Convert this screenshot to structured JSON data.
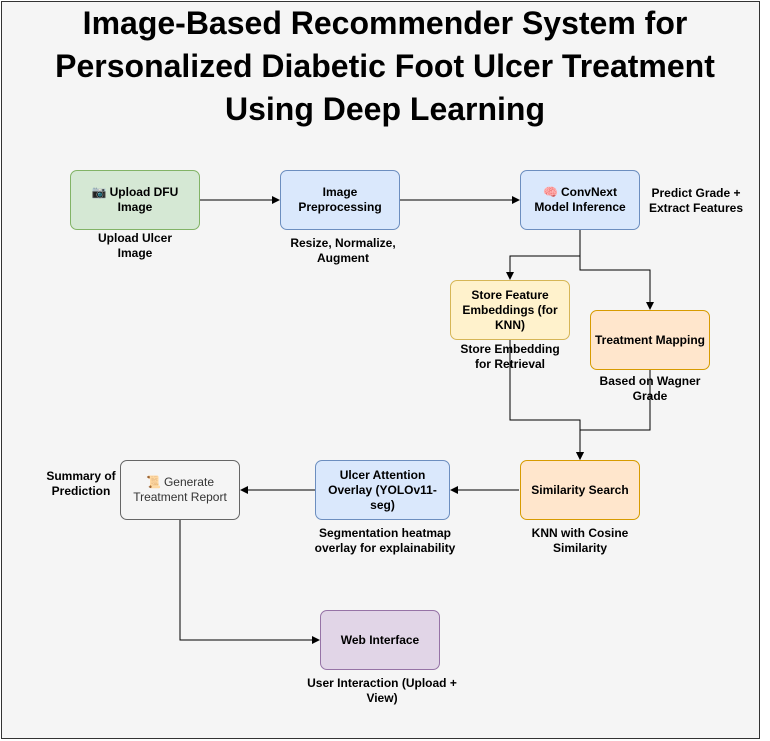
{
  "title": {
    "line1": "Image-Based Recommender System for",
    "line2": "Personalized Diabetic Foot Ulcer Treatment",
    "line3": "Using Deep Learning"
  },
  "nodes": {
    "upload": {
      "icon": "camera-icon",
      "glyph": "📷",
      "label": "Upload DFU Image"
    },
    "preprocess": {
      "label": "Image Preprocessing"
    },
    "convnext": {
      "icon": "brain-icon",
      "glyph": "🧠",
      "label": "ConvNext Model Inference"
    },
    "store": {
      "label": "Store Feature Embeddings (for KNN)"
    },
    "treatment": {
      "label": "Treatment Mapping"
    },
    "similarity": {
      "label": "Similarity Search"
    },
    "overlay": {
      "label": "Ulcer Attention Overlay (YOLOv11-seg)"
    },
    "report": {
      "icon": "scroll-icon",
      "glyph": "📜",
      "label": "Generate Treatment Report"
    },
    "web": {
      "label": "Web Interface"
    }
  },
  "annotations": {
    "upload": "Upload Ulcer Image",
    "preprocess": "Resize, Normalize, Augment",
    "convnext": "Predict Grade + Extract Features",
    "store": "Store Embedding for Retrieval",
    "treatment": "Based on Wagner Grade",
    "similarity": "KNN with Cosine Similarity",
    "overlay": "Segmentation heatmap overlay for explainability",
    "report": "Summary of Prediction",
    "web": "User Interaction (Upload + View)"
  },
  "colors": {
    "green_fill": "#d5e8d4",
    "blue_fill": "#dae8fc",
    "yellow_fill": "#fff2cc",
    "orange_fill": "#ffe6cc",
    "gray_fill": "#f5f5f5",
    "purple_fill": "#e1d5e7"
  }
}
